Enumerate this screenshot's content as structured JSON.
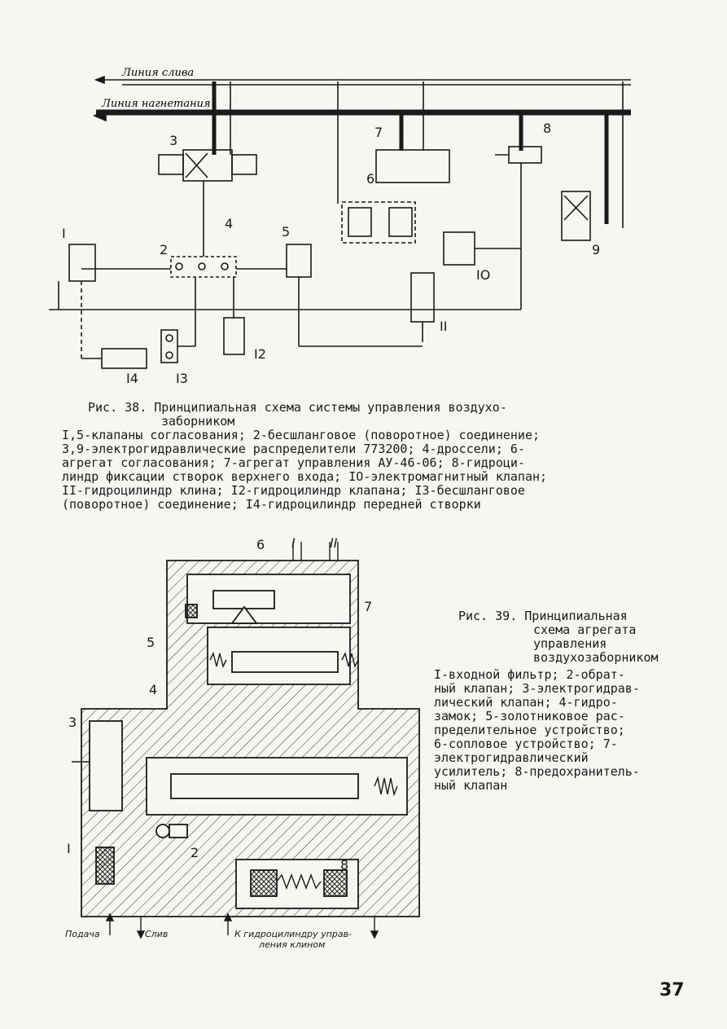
{
  "page_number": "37",
  "figure38": {
    "line_labels": {
      "drain": "Линия слива",
      "pressure": "Линия нагнетания"
    },
    "callouts": [
      "3",
      "7",
      "8",
      "6",
      "I",
      "2",
      "4",
      "5",
      "9",
      "IO",
      "II",
      "I2",
      "I4",
      "I3"
    ],
    "caption_title": "Рис. 38. Принципиальная схема системы управления воздухо-",
    "caption_title_cont": "заборником",
    "legend": "I,5-клапаны согласования; 2-бесшланговое (поворотное) соединение;\n3,9-электрогидравлические распределители 773200; 4-дроссели; 6-\nагрегат согласования; 7-агрегат управления АУ-46-06; 8-гидроци-\nлиндр фиксации створок верхнего входа; IO-электромагнитный клапан;\nII-гидроцилиндр клина; I2-гидроцилиндр клапана; I3-бесшланговое\n(поворотное) соединение; I4-гидроцилиндр передней створки"
  },
  "figure39": {
    "callouts": [
      "6",
      "I",
      "II",
      "7",
      "5",
      "4",
      "3",
      "I",
      "2",
      "8"
    ],
    "bottom_labels": {
      "supply": "Подача",
      "drain": "Слив",
      "to_cylinder_line1": "К гидроцилиндру управ-",
      "to_cylinder_line2": "ления клином"
    },
    "caption_title": "Рис. 39. Принципиальная",
    "caption_title_cont": "схема агрегата управления воздухозаборником",
    "legend": "I-входной фильтр; 2-обрат-\nный клапан; 3-электрогидрав-\nлический клапан; 4-гидро-\nзамок; 5-золотниковое рас-\nпределительное устройство;\n6-сопловое устройство; 7-\nэлектрогидравлический\nусилитель; 8-предохранитель-\nный клапан"
  }
}
